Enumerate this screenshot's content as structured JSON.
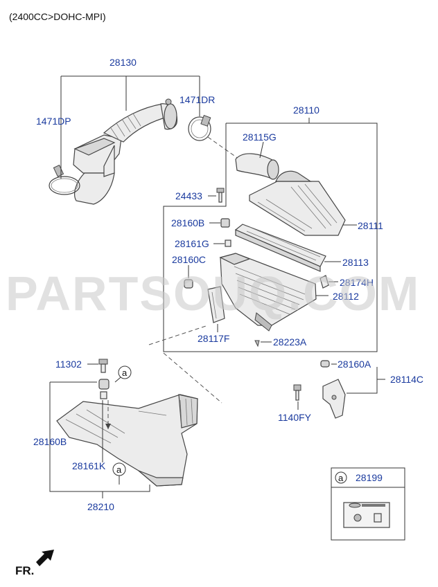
{
  "header": {
    "engine_note": "(2400CC>DOHC-MPI)"
  },
  "watermark": "PARTSOUQ.COM",
  "labels": {
    "p28130": "28130",
    "p1471DP": "1471DP",
    "p1471DR": "1471DR",
    "p28110": "28110",
    "p28115G": "28115G",
    "p24433": "24433",
    "p28111": "28111",
    "p28160B_top": "28160B",
    "p28161G": "28161G",
    "p28160C": "28160C",
    "p28113": "28113",
    "p28174H": "28174H",
    "p28112": "28112",
    "p28117F": "28117F",
    "p28223A": "28223A",
    "p11302": "11302",
    "p28160A": "28160A",
    "p28114C": "28114C",
    "p1140FY": "1140FY",
    "p28160B_bottom": "28160B",
    "p28161K": "28161K",
    "p28210": "28210",
    "p28199": "28199"
  },
  "callouts": {
    "ref_a": "a"
  },
  "footer": {
    "direction": "FR."
  },
  "colors": {
    "label": "#1a3a9e",
    "line": "#333333",
    "watermark": "#c9c9c9"
  },
  "icons": {
    "front_arrow": "arrow-left-down-icon"
  }
}
